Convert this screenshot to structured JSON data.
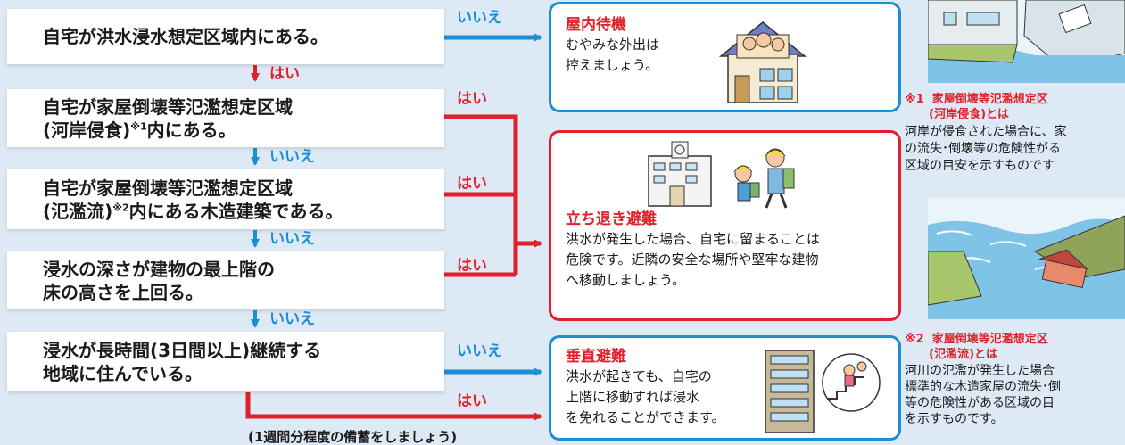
{
  "questions": [
    {
      "line1": "自宅が洪水浸水想定区域内にある。"
    },
    {
      "line1": "自宅が家屋倒壊等氾濫想定区域",
      "line2_pre": "(河岸侵食)",
      "line2_sup": "※1",
      "line2_post": "内にある。"
    },
    {
      "line1": "自宅が家屋倒壊等氾濫想定区域",
      "line2_pre": "(氾濫流)",
      "line2_sup": "※2",
      "line2_post": "内にある木造建築である。"
    },
    {
      "line1": "浸水の深さが建物の最上階の",
      "line2": "床の高さを上回る。"
    },
    {
      "line1": "浸水が長時間(3日間以上)継続する",
      "line2": "地域に住んでいる。"
    }
  ],
  "labels": {
    "yes": "はい",
    "no": "いいえ"
  },
  "results": {
    "indoor": {
      "title": "屋内待機",
      "desc1": "むやみな外出は",
      "desc2": "控えましょう。"
    },
    "evacuate": {
      "title": "立ち退き避難",
      "desc1": "洪水が発生した場合、自宅に留まることは",
      "desc2": "危険です。近隣の安全な場所や堅牢な建物",
      "desc3": "へ移動しましょう。"
    },
    "vertical": {
      "title": "垂直避難",
      "desc1": "洪水が起きても、自宅の",
      "desc2": "上階に移動すれば浸水",
      "desc3": "を免れることができます。"
    }
  },
  "footnote": "(1週間分程度の備蓄をしましょう)",
  "notes": {
    "n1_head1": "※1  家屋倒壊等氾濫想定区",
    "n1_head2": "      (河岸侵食)とは",
    "n1_body1": "河岸が侵食された場合に、家",
    "n1_body2": "の流失･倒壊等の危険性がる",
    "n1_body3": "区域の目安を示すものです",
    "n2_head1": "※2  家屋倒壊等氾濫想定区",
    "n2_head2": "      (氾濫流)とは",
    "n2_body1": "河川の氾濫が発生した場合",
    "n2_body2": "標準的な木造家屋の流失･倒",
    "n2_body3": "等の危険性がある区域の目",
    "n2_body4": "を示すものです。"
  },
  "colors": {
    "blue": "#1a8fd6",
    "red": "#e0202a",
    "background": "#dde9f5"
  }
}
